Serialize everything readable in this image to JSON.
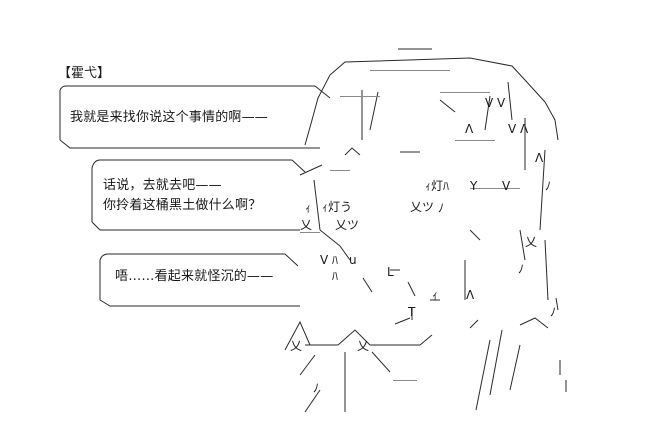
{
  "speaker": "【霍弋】",
  "bubbles": [
    {
      "lines": [
        "我就是来找你说这个事情的啊——"
      ]
    },
    {
      "lines": [
        "话说，去就去吧——",
        "你拎着这桶黑土做什么啊？"
      ]
    },
    {
      "lines": [
        "唔……看起来就怪沉的——"
      ]
    }
  ],
  "art_glyphs": [
    "V",
    "V",
    "Λ",
    "V",
    "Λ",
    "Λ",
    "ｨ灯ﾊ",
    "Y",
    "V",
    "ﾉ",
    "ｨ灯う",
    "乂ツ",
    "乂",
    "乂ツ",
    "V",
    "ﾊ",
    "u",
    "ﾊ",
    "L",
    "ｨ",
    "T",
    "Λ",
    "ﾉ",
    "乂",
    "乂",
    "ﾉ",
    "乂",
    "ｨ",
    "ﾉ",
    "ﾉ"
  ],
  "colors": {
    "text": "#1a1a1a",
    "line": "#2a2a2a",
    "dots": "#8a8a8a",
    "background": "#ffffff"
  }
}
